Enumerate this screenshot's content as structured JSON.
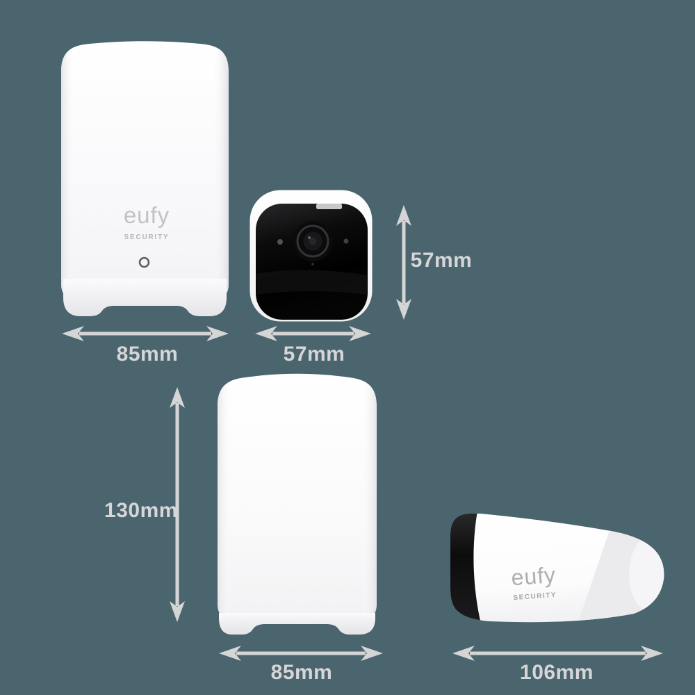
{
  "background_color": "#4a656e",
  "dimension_color": "#d5d5d6",
  "branding": {
    "homebase": {
      "logo": "eufy",
      "tagline": "SECURITY"
    },
    "camera_side": {
      "logo": "eufy",
      "tagline": "SECURITY"
    }
  },
  "dimensions": {
    "homebase_front_width": "85mm",
    "camera_front_width": "57mm",
    "camera_front_height": "57mm",
    "homebase_back_height": "130mm",
    "homebase_back_width": "85mm",
    "camera_side_length": "106mm"
  }
}
